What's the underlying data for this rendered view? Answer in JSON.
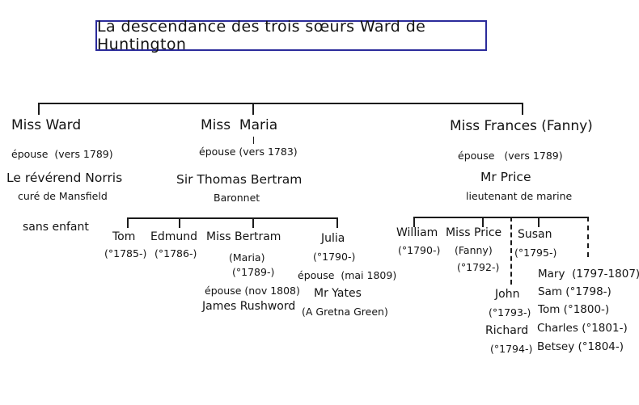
{
  "title": "La descendance des trois sœurs Ward de Huntington",
  "colors": {
    "background": "#ffffff",
    "text": "#141414",
    "line": "#1b1b1b",
    "title_border": "#2b2b9b"
  },
  "branches": {
    "ward": {
      "name": "Miss Ward",
      "marriage": "épouse  (vers 1789)",
      "spouse": "Le révérend Norris",
      "spouse_note": "curé de Mansfield",
      "children_note": "sans enfant"
    },
    "maria": {
      "name": "Miss  Maria",
      "marriage": "épouse (vers 1783)",
      "spouse": "Sir Thomas Bertram",
      "spouse_note": "Baronnet",
      "children": [
        {
          "name": "Tom",
          "dates": "(°1785-)"
        },
        {
          "name": "Edmund",
          "dates": "(°1786-)"
        },
        {
          "name": "Miss Bertram",
          "alias": "(Maria)",
          "dates": "(°1789-)",
          "marriage": "épouse (nov 1808)",
          "spouse": "James Rushword"
        },
        {
          "name": "Julia",
          "dates": "(°1790-)",
          "marriage": "épouse  (mai 1809)",
          "spouse": "Mr Yates",
          "spouse_note": "(A Gretna Green)"
        }
      ]
    },
    "frances": {
      "name": "Miss Frances (Fanny)",
      "marriage": "épouse   (vers 1789)",
      "spouse": "Mr Price",
      "spouse_note": "lieutenant de marine",
      "children": [
        {
          "name": "William",
          "dates": "(°1790-)"
        },
        {
          "name": "Miss Price",
          "alias": "(Fanny)",
          "dates": "(°1792-)"
        },
        {
          "name": "Susan",
          "dates": "(°1795-)"
        },
        {
          "name": "John",
          "dates": "(°1793-)"
        },
        {
          "name": "Richard",
          "dates": "(°1794-)"
        },
        {
          "name": "Mary",
          "dates": "(1797-1807)"
        },
        {
          "name": "Sam",
          "dates": "(°1798-)"
        },
        {
          "name": "Tom",
          "dates": "(°1800-)"
        },
        {
          "name": "Charles",
          "dates": "(°1801-)"
        },
        {
          "name": "Betsey",
          "dates": "(°1804-)"
        }
      ]
    }
  }
}
